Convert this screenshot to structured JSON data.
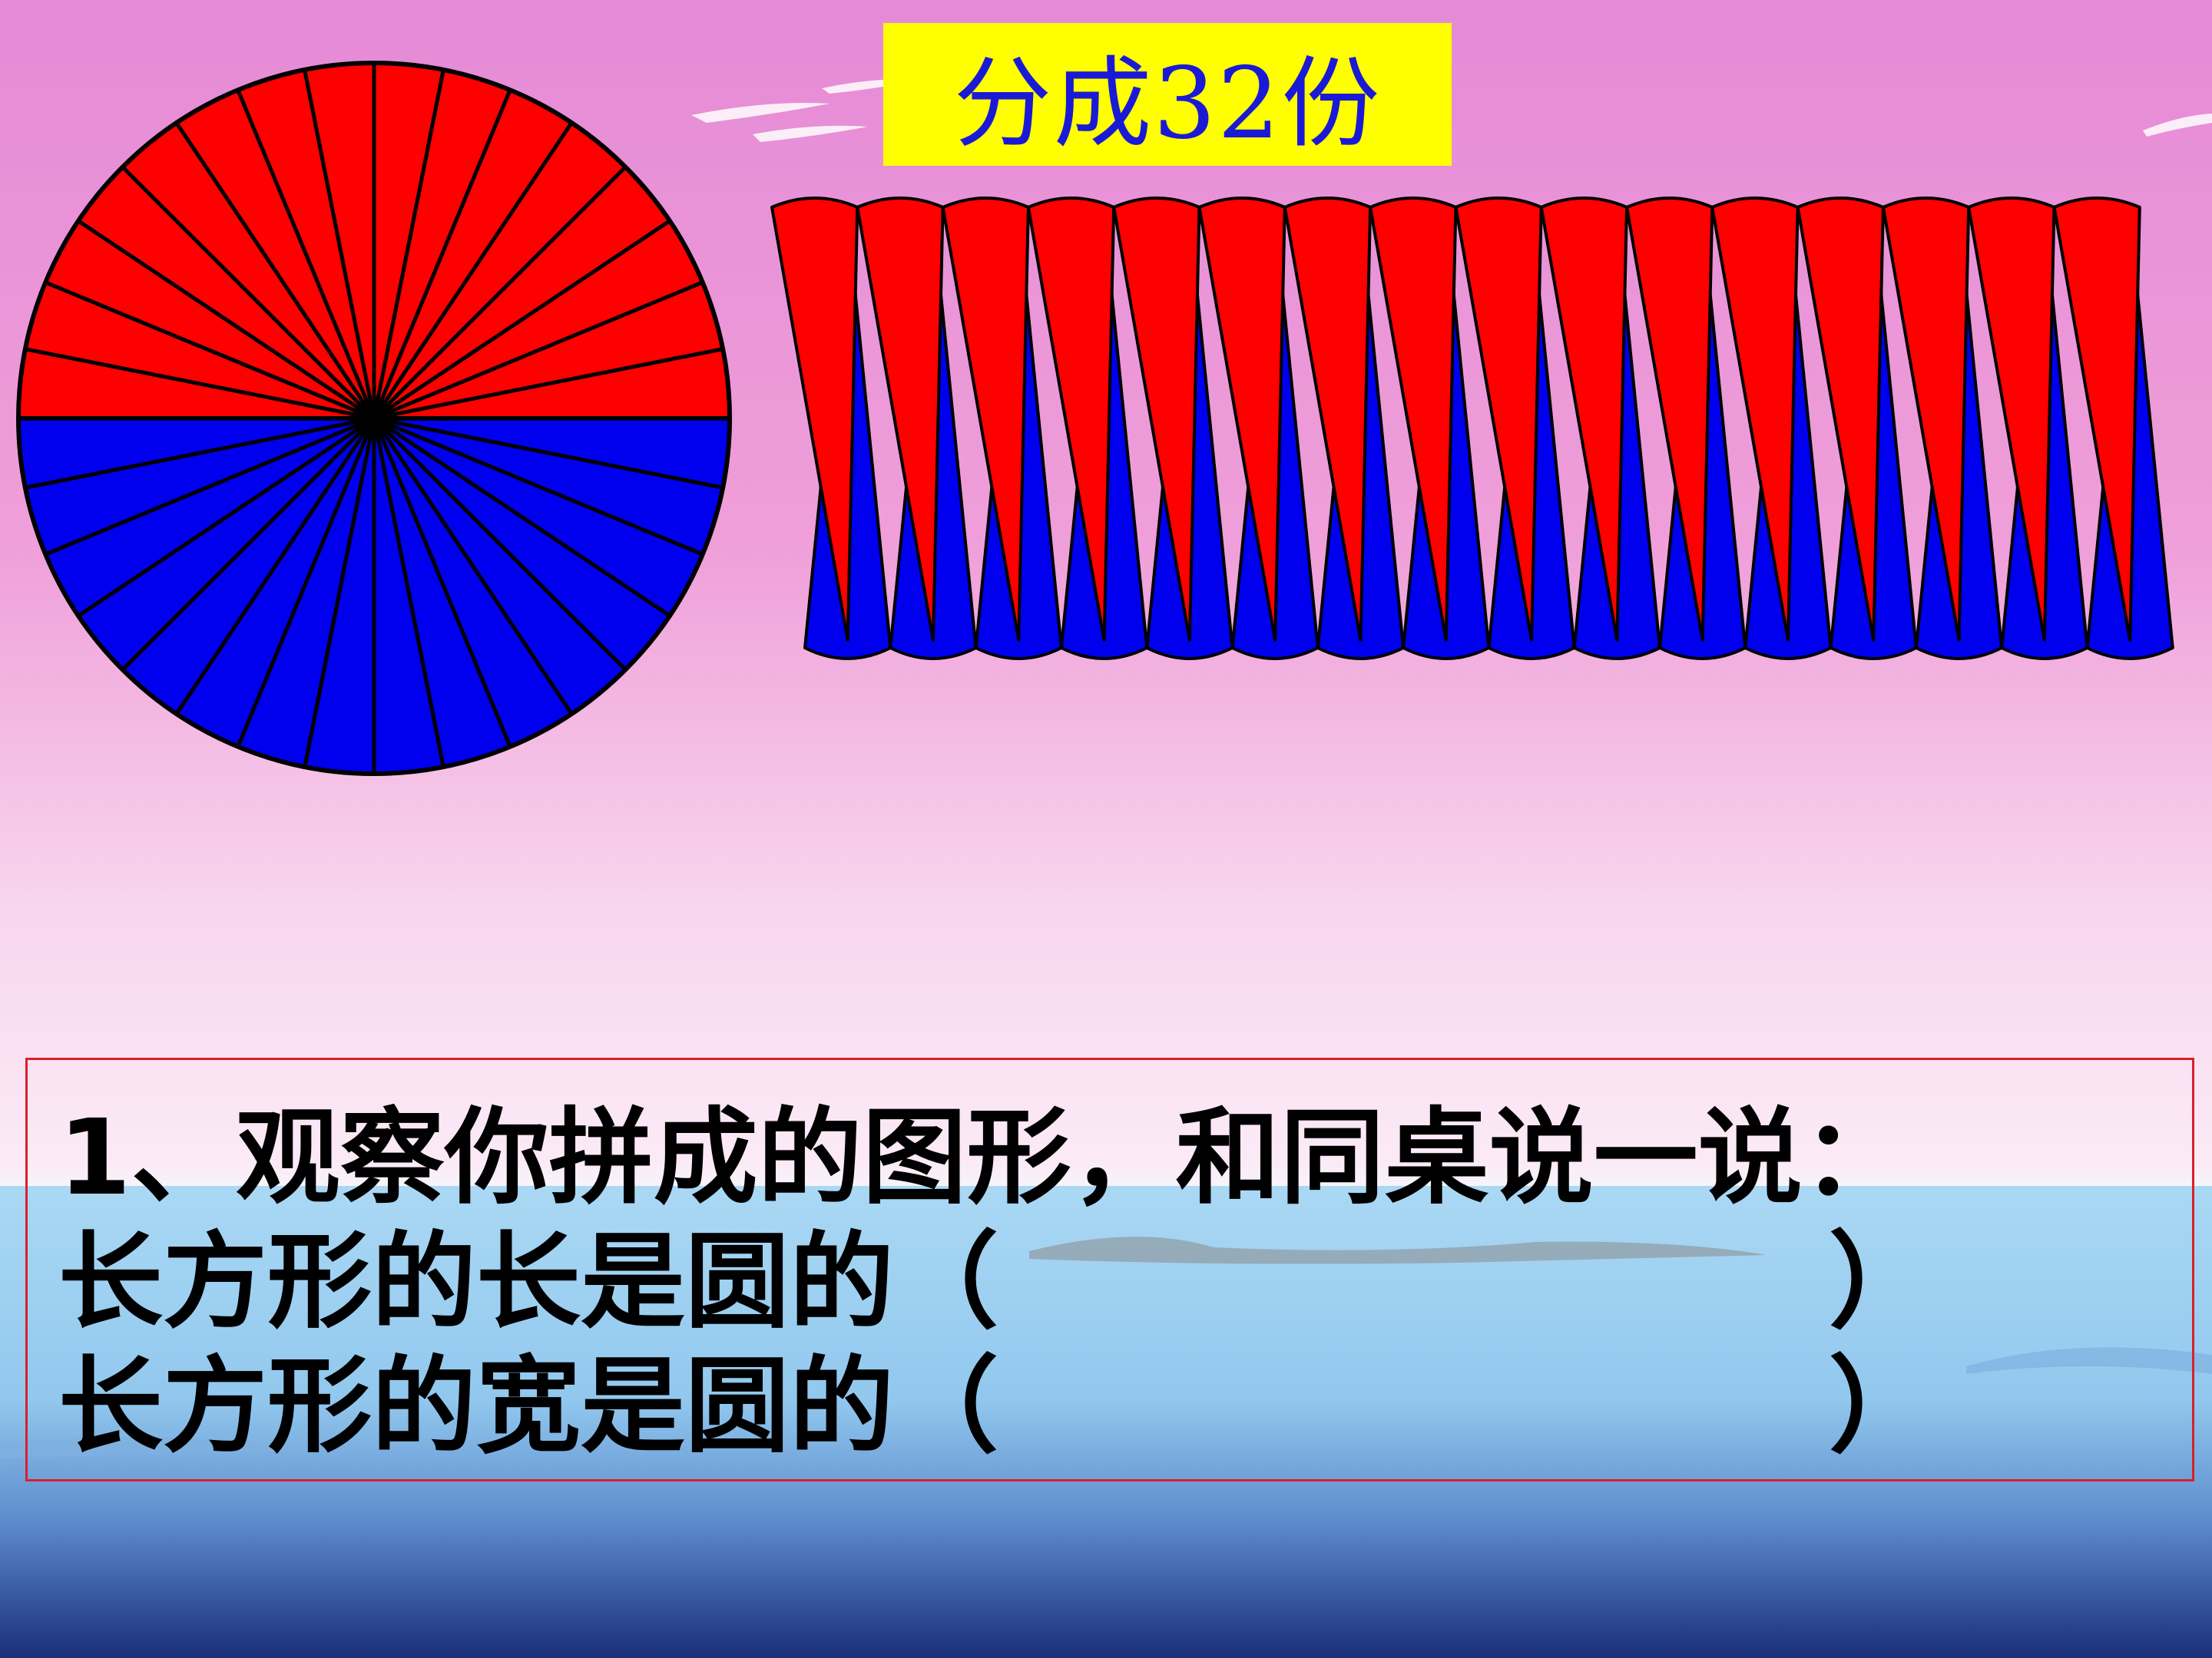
{
  "title": "分成32份",
  "colors": {
    "top_half": "#ff0000",
    "bottom_half": "#0000ee",
    "title_background": "#ffff00",
    "title_text": "#1a1ad6",
    "box_border": "#d8202a"
  },
  "diagram": {
    "circle_sectors": 32,
    "strip_pieces_per_color": 16
  },
  "question": {
    "line1": "1、观察你拼成的图形，和同桌说一说：",
    "line2_prefix": "长方形的长是圆的（",
    "line2_suffix": "）",
    "line3_prefix": "长方形的宽是圆的（",
    "line3_suffix": "）"
  }
}
